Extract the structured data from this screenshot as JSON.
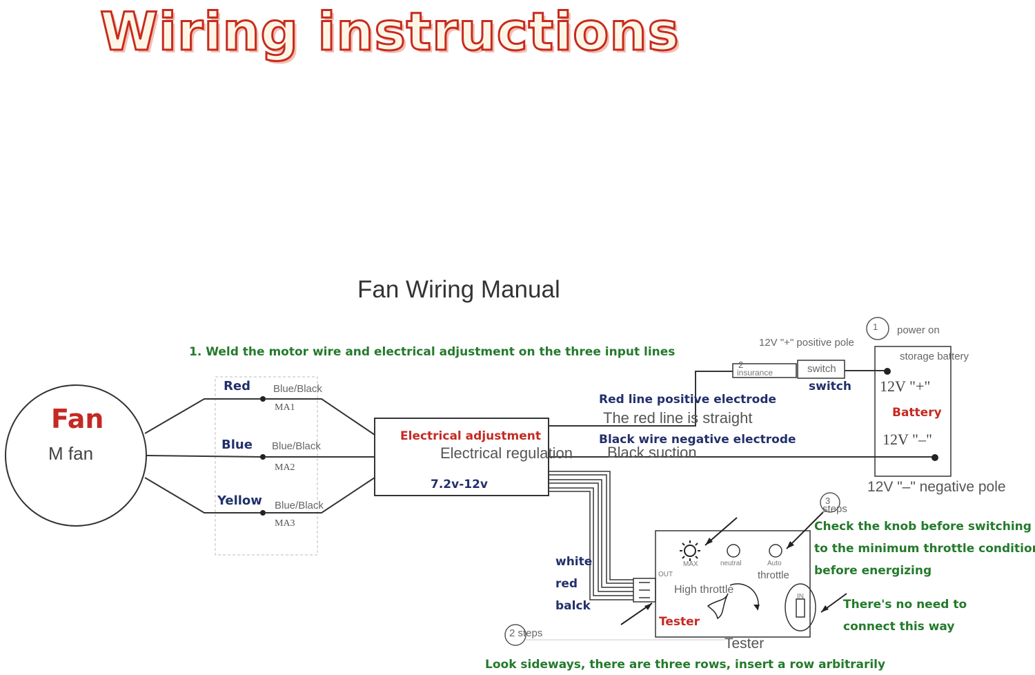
{
  "title": "Wiring instructions",
  "subtitle": "Fan Wiring Manual",
  "step1": "1. Weld the motor wire and electrical adjustment on the three input lines",
  "fan": {
    "label": "Fan",
    "sub": "M fan"
  },
  "motor_wires": [
    {
      "color": "Red",
      "connector": "Blue/Black",
      "terminal": "MA1"
    },
    {
      "color": "Blue",
      "connector": "Blue/Black",
      "terminal": "MA2"
    },
    {
      "color": "Yellow",
      "connector": "Blue/Black",
      "terminal": "MA3"
    }
  ],
  "esc": {
    "label": "Electrical adjustment",
    "sub": "Electrical regulation",
    "voltage": "7.2v-12v"
  },
  "lines": {
    "red_positive": "Red line positive electrode",
    "red_straight": "The red line is straight",
    "black_negative": "Black wire negative electrode",
    "black_suction": "Black suction"
  },
  "power": {
    "step1_number": "1",
    "power_on": "power on",
    "positive_pole": "12V \"+\" positive pole",
    "storage_battery": "storage battery",
    "step2_number": "2",
    "insurance": "insurance",
    "switch_box": "switch",
    "switch_label": "switch",
    "battery": {
      "plus": "12V  \"+\"",
      "label": "Battery",
      "minus": "12V  \"–\""
    },
    "negative_pole": "12V \"–\" negative pole"
  },
  "tester": {
    "step_number": "3",
    "steps": "steps",
    "instr": [
      "Check the knob before switching on",
      "to the minimum throttle condition",
      "before energizing"
    ],
    "max": "MAX",
    "neutral": "neutral",
    "auto": "Auto",
    "throttle": "throttle",
    "high_throttle": "High throttle",
    "label_red": "Tester",
    "label": "Tester",
    "out": "OUT",
    "in_label": "IN",
    "no_need": [
      "There's no need to",
      "connect this way"
    ]
  },
  "signal_wires": [
    "white",
    "red",
    "balck"
  ],
  "step2": {
    "label": "2 steps",
    "note": "Look sideways, there are three rows, insert a row arbitrarily"
  }
}
